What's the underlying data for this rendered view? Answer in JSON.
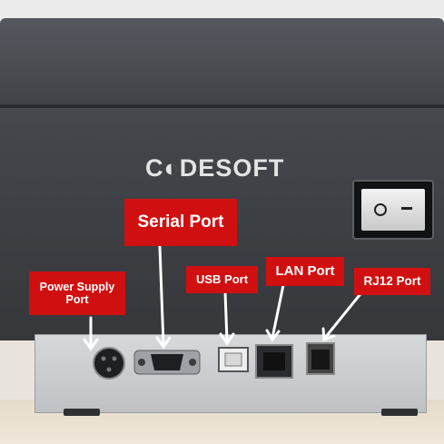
{
  "logo": "C◐DESOFT",
  "labels": {
    "serial": "Serial Port",
    "power": "Power Supply Port",
    "usb": "USB Port",
    "lan": "LAN Port",
    "rj12": "RJ12 Port"
  },
  "colors": {
    "label_bg": "#d01010",
    "label_text": "#ffffff",
    "printer_body": "#3f4247",
    "port_panel": "#cfd0d3"
  },
  "icons": [
    "power-switch-icon",
    "arrow-icon"
  ]
}
